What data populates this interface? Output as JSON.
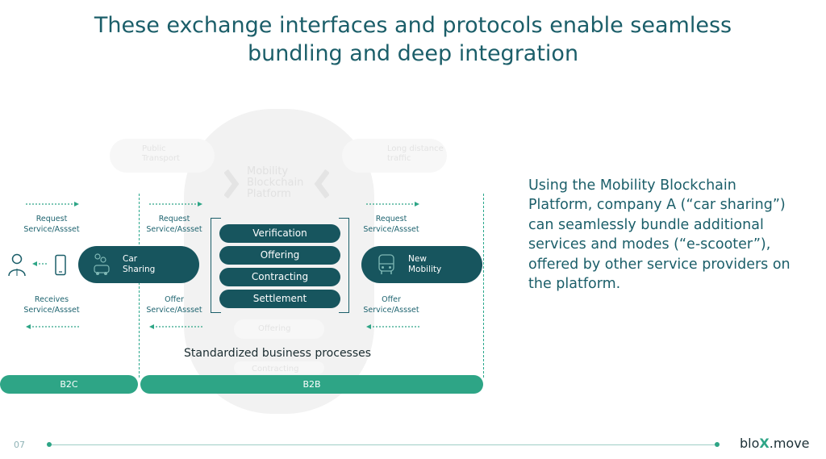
{
  "title": {
    "line1": "These exchange interfaces and protocols enable seamless",
    "line2": "bundling and deep integration"
  },
  "background": {
    "platform_line1": "Mobility",
    "platform_line2": "Blockchain",
    "platform_line3": "Platform",
    "public_transport_line1": "Public",
    "public_transport_line2": "Transport",
    "long_distance_line1": "Long distance",
    "long_distance_line2": "traffic",
    "faded_offering": "Offering",
    "faded_contracting": "Contracting"
  },
  "left": {
    "request_line1": "Request",
    "request_line2": "Service/Assset",
    "receives_line1": "Receives",
    "receives_line2": "Service/Assset"
  },
  "mid_left": {
    "request_line1": "Request",
    "request_line2": "Service/Assset",
    "offer_line1": "Offer",
    "offer_line2": "Service/Assset"
  },
  "mid_right": {
    "request_line1": "Request",
    "request_line2": "Service/Assset",
    "offer_line1": "Offer",
    "offer_line2": "Service/Assset"
  },
  "car_sharing": {
    "line1": "Car",
    "line2": "Sharing"
  },
  "new_mobility": {
    "line1": "New",
    "line2": "Mobility"
  },
  "processes": [
    "Verification",
    "Offering",
    "Contracting",
    "Settlement"
  ],
  "standardized_label": "Standardized business processes",
  "bars": {
    "b2c": "B2C",
    "b2b": "B2B"
  },
  "description": "Using the Mobility Blockchain Platform, company A (“car sharing”) can seamlessly bundle additional services and modes (“e-scooter”), offered by other service providers on the platform.",
  "footer": {
    "page_number": "07",
    "logo_prefix": "blo",
    "logo_x": "X",
    "logo_suffix": ".move"
  },
  "colors": {
    "dark_teal": "#17555e",
    "green": "#2ea586",
    "title": "#1b5e69"
  },
  "icons": [
    "person-icon",
    "phone-icon",
    "car-sharing-icon",
    "bus-icon",
    "arrow-right",
    "arrow-left"
  ]
}
